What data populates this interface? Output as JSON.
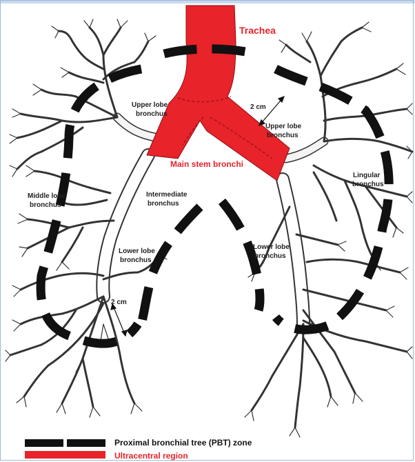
{
  "labels": {
    "trachea": "Trachea",
    "upper_lobe_left": [
      "Upper lobe",
      "bronchus"
    ],
    "upper_lobe_right": [
      "Upper lobe",
      "bronchus"
    ],
    "main_stem": "Main stem bronchi",
    "middle_lobe": [
      "Middle lobe",
      "bronchus"
    ],
    "intermediate": [
      "Intermediate",
      "bronchus"
    ],
    "lingular": [
      "Lingular",
      "bronchus"
    ],
    "lower_lobe_left": [
      "Lower lobe",
      "bronchus"
    ],
    "lower_lobe_right": [
      "Lower lobe",
      "bronchus"
    ],
    "dist_top": "2 cm",
    "dist_bottom": "2 cm"
  },
  "legend": {
    "pbt": "Proximal bronchial tree (PBT) zone",
    "ultracentral": "Ultracentral region"
  },
  "colors": {
    "ultracentral": "#e8232a",
    "pbt": "#111111",
    "airway_fill": "#f4f4f4",
    "airway_stroke": "#333333"
  }
}
